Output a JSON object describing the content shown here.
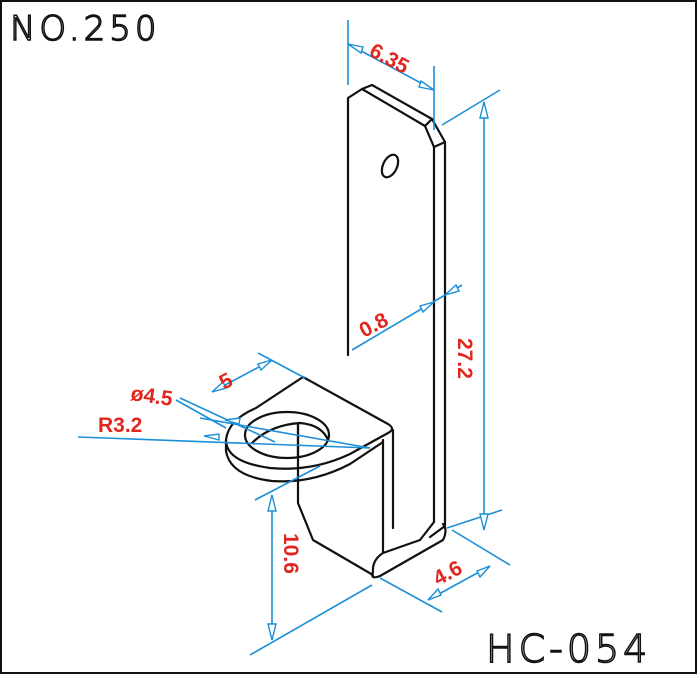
{
  "drawing_number": "NO.250",
  "part_code": "HC-054",
  "colors": {
    "outline": "#111111",
    "dimension_line": "#1a8fd6",
    "dimension_text": "#e0261d"
  },
  "dimensions": {
    "width_top": "6.35",
    "height_total": "27.2",
    "thickness": "0.8",
    "lug_length": "5",
    "hole_diameter": "ø4.5",
    "lug_radius": "R3.2",
    "lower_height": "10.6",
    "bottom_depth": "4.6"
  }
}
